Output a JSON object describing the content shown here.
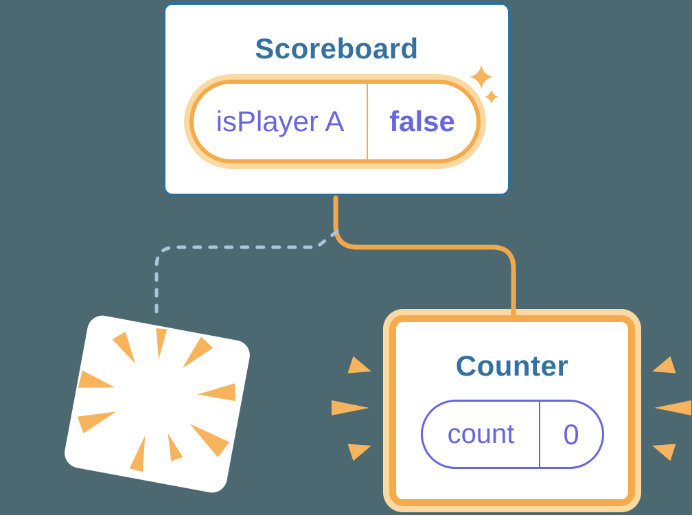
{
  "colors": {
    "background": "#4C6971",
    "card-bg": "#FFFFFF",
    "card-border-blue": "#2E6F93",
    "title-blue": "#35719E",
    "state-purple": "#6866DE",
    "orange-line": "#F2A848",
    "orange-border": "#F5AB4B",
    "pale-orange": "#FBD9A3",
    "burst-orange": "#F7B45C",
    "dashed-blue": "#A7C5DB"
  },
  "scoreboard": {
    "title": "Scoreboard",
    "state": {
      "key": "isPlayer A",
      "value": "false"
    }
  },
  "counter": {
    "title": "Counter",
    "state": {
      "key": "count",
      "value": "0"
    }
  },
  "icons": {
    "sparkles": "sparkles-icon",
    "poof": "poof-burst-icon",
    "emphasis_left": "emphasis-burst-left-icon",
    "emphasis_right": "emphasis-burst-right-icon"
  }
}
